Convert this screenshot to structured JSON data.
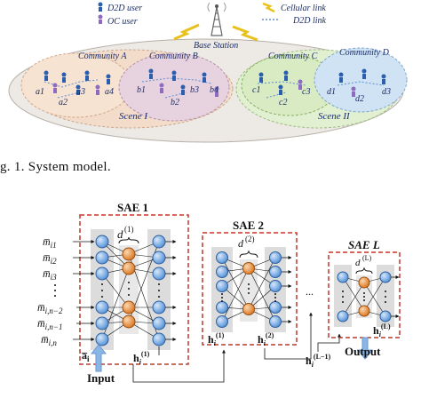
{
  "legend": {
    "d2d_user": "D2D user",
    "oc_user": "OC user",
    "cellular_link": "Cellular link",
    "d2d_link": "D2D link"
  },
  "base_station": "Base Station",
  "communities": [
    "Community A",
    "Community B",
    "Community C",
    "Community D"
  ],
  "scenes": [
    "Scene I",
    "Scene II"
  ],
  "nodes": {
    "a": [
      "a1",
      "a2",
      "a3",
      "a4"
    ],
    "b": [
      "b1",
      "b2",
      "b3",
      "b4"
    ],
    "c": [
      "c1",
      "c2",
      "c3"
    ],
    "d": [
      "d1",
      "d2",
      "d3"
    ]
  },
  "caption": "g. 1.    System model.",
  "sae": {
    "titles": [
      "SAE 1",
      "SAE 2",
      "SAE L"
    ],
    "d_labels": [
      "d",
      "d",
      "d"
    ],
    "d_sups": [
      "(1)",
      "(2)",
      "(L)"
    ],
    "inputs": [
      {
        "base": "m̅",
        "sub": "i1"
      },
      {
        "base": "m̅",
        "sub": "i2"
      },
      {
        "base": "m̅",
        "sub": "i3"
      },
      {
        "base": "m̅",
        "sub": "i,n−2"
      },
      {
        "base": "m̅",
        "sub": "i,n−1"
      },
      {
        "base": "m̅",
        "sub": "i,n"
      }
    ],
    "a_label": {
      "base": "a̅",
      "sub": "i"
    },
    "input_label": "Input",
    "output_label": "Output",
    "h_label": "h",
    "h_sub": "i",
    "h_sups": [
      "(1)",
      "(1)",
      "(2)",
      "(L−1)",
      "(L)"
    ],
    "ellipsis": "..."
  },
  "colors": {
    "dashed_box": "#c0392b",
    "blue_node": "#6fa8dc",
    "orange_node": "#e67e22",
    "scene1": "#f2d9c9",
    "scene2": "#dff0d0",
    "community_d": "#cfe3f5",
    "arrow_blue": "#8ab6e6"
  }
}
